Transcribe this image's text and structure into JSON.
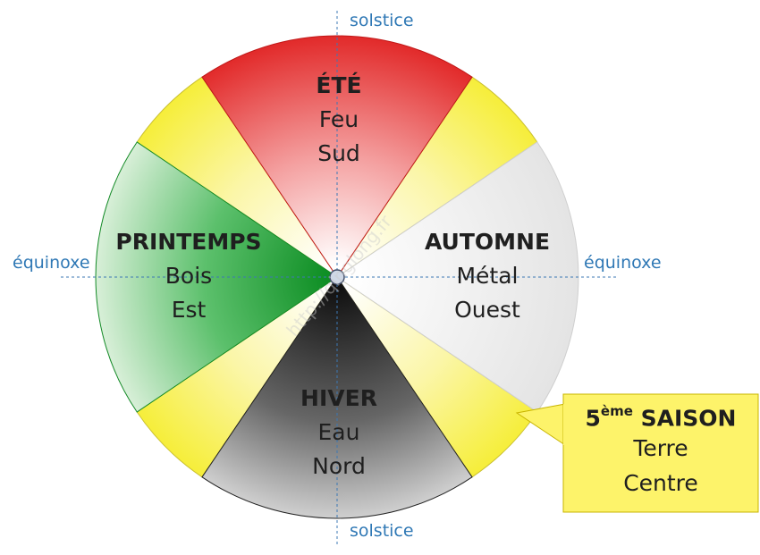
{
  "axis_labels": {
    "top": "solstice",
    "bottom": "solstice",
    "left": "équinoxe",
    "right": "équinoxe"
  },
  "seasons": {
    "summer": {
      "name": "ÉTÉ",
      "element": "Feu",
      "direction": "Sud",
      "color": "#e02020"
    },
    "spring": {
      "name": "PRINTEMPS",
      "element": "Bois",
      "direction": "Est",
      "color": "#1aa530"
    },
    "autumn": {
      "name": "AUTOMNE",
      "element": "Métal",
      "direction": "Ouest",
      "color": "#e6e6e6"
    },
    "winter": {
      "name": "HIVER",
      "element": "Eau",
      "direction": "Nord",
      "color": "#1a1a1a"
    }
  },
  "fifth_season": {
    "number": "5",
    "superscript": "ème",
    "name": "SAISON",
    "element": "Terre",
    "direction": "Centre",
    "color": "#fdf36a"
  },
  "watermark": "http://qinglong.fr"
}
